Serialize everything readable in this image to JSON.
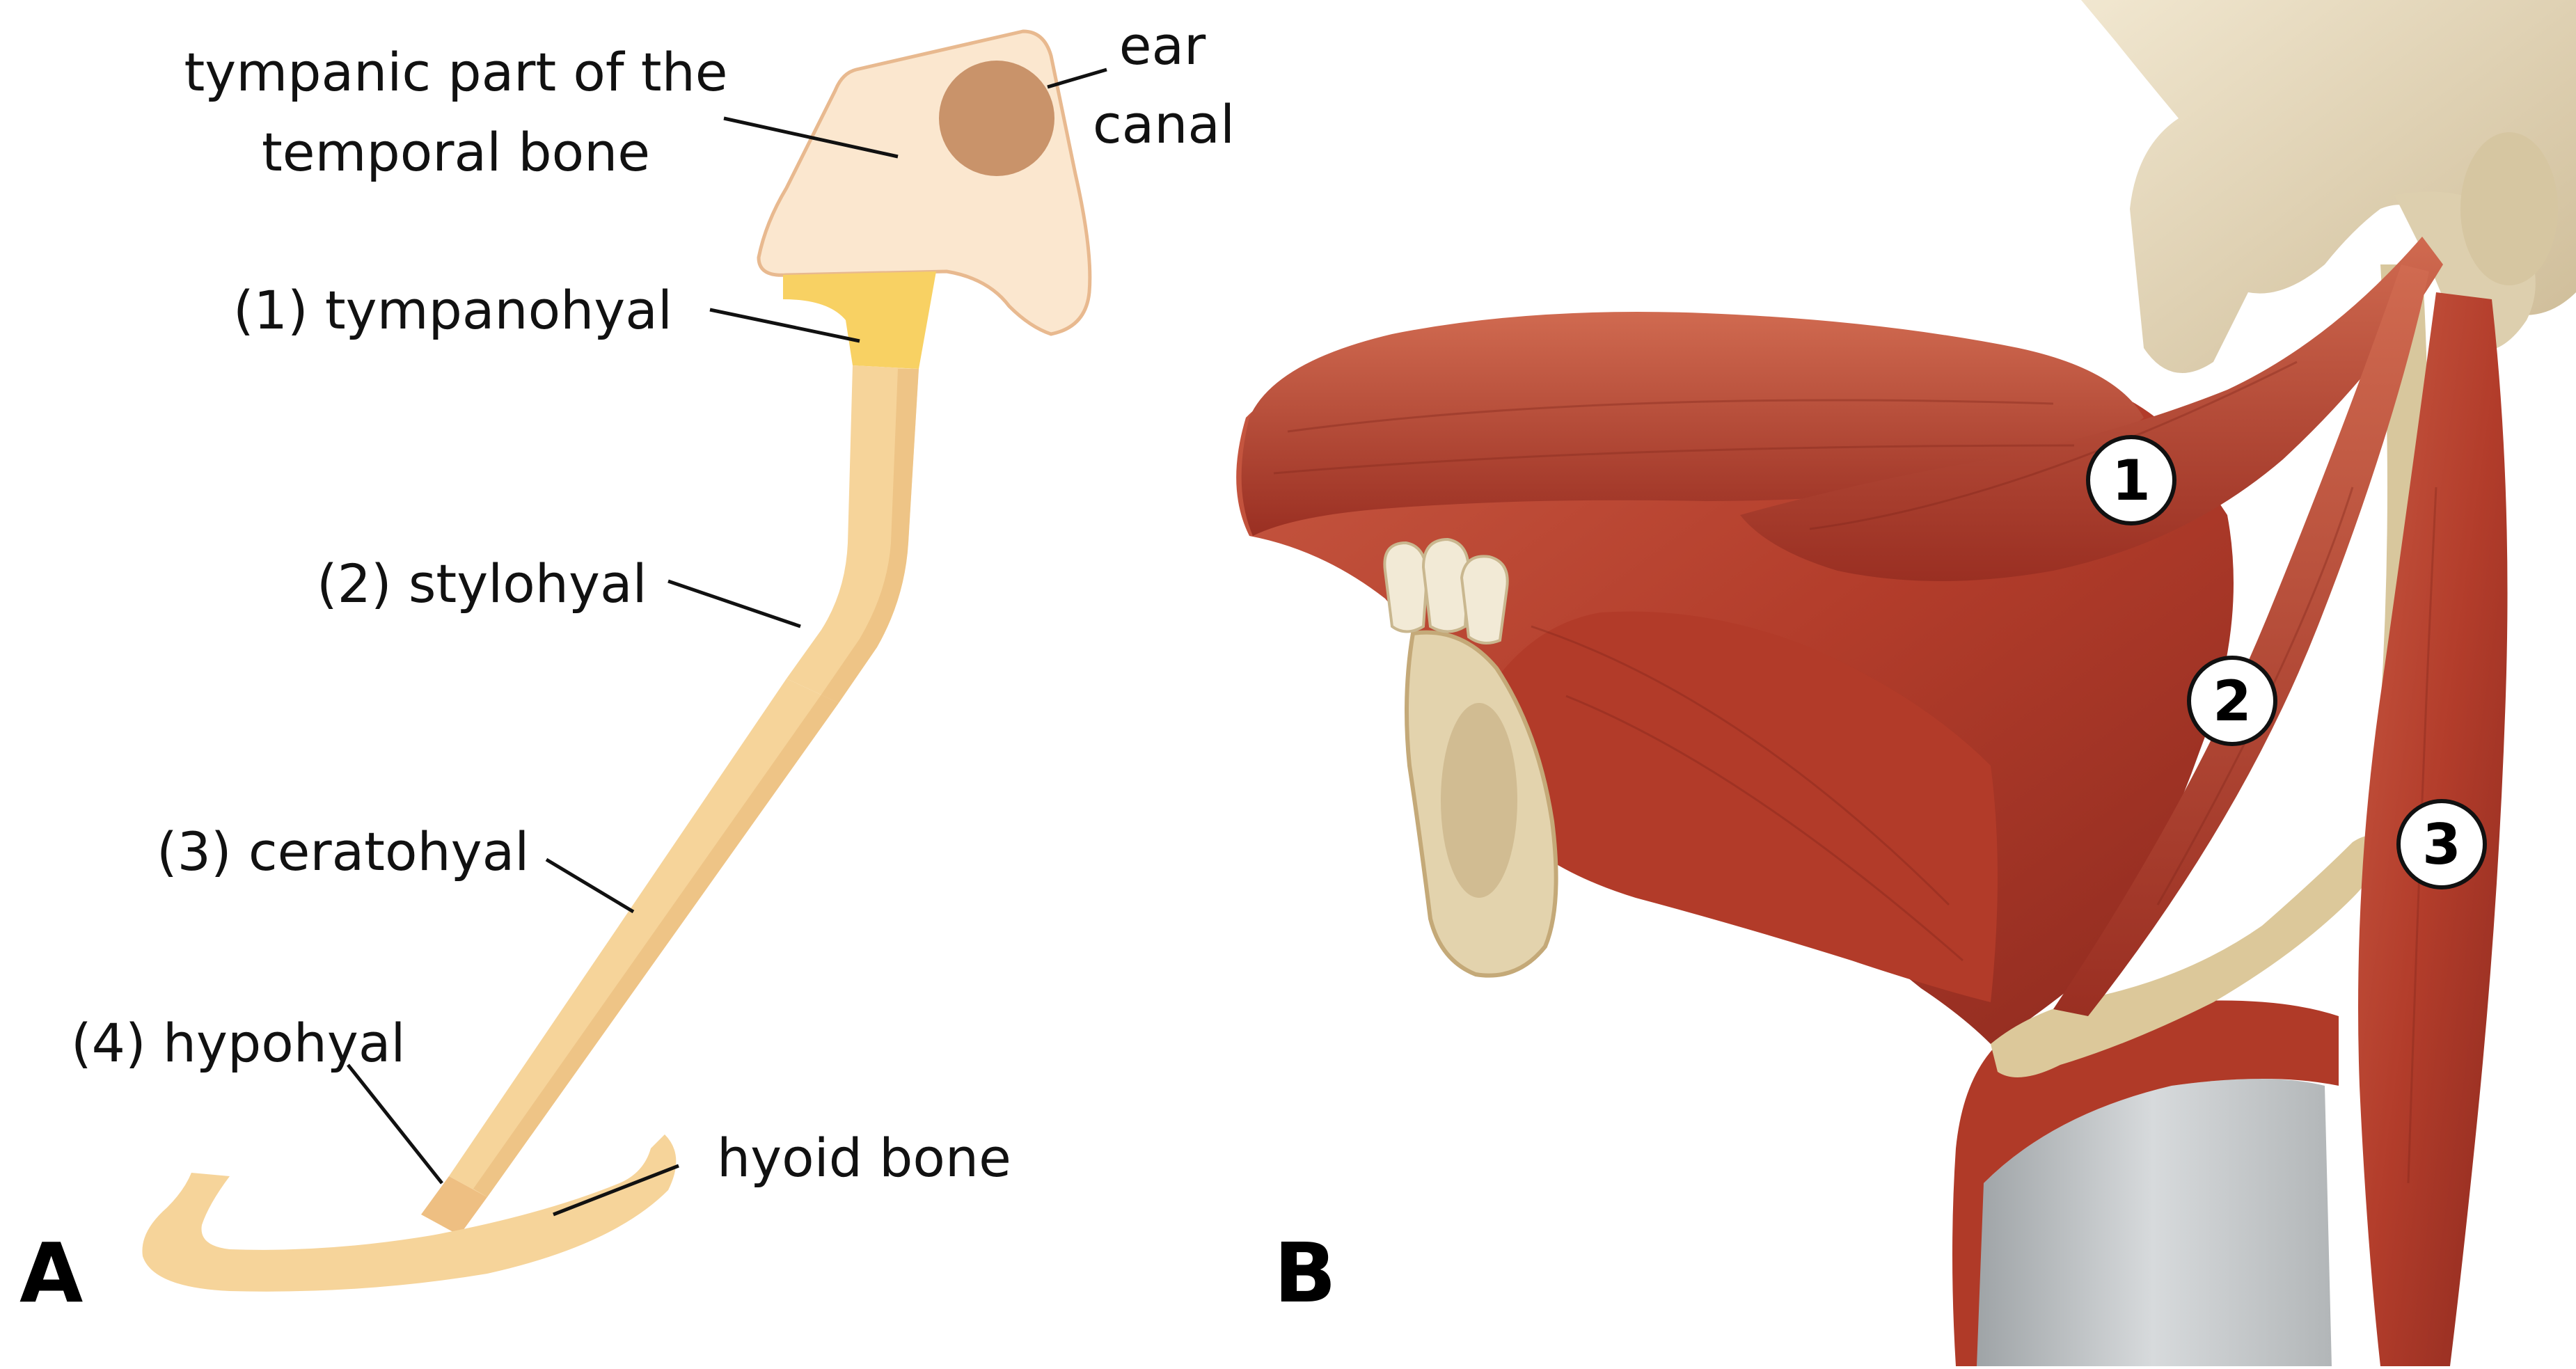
{
  "panel_a": {
    "letter": "A",
    "labels": {
      "tympanic_line1": "tympanic part of the",
      "tympanic_line2": "temporal bone",
      "ear_line1": "ear",
      "ear_line2": "canal",
      "tympanohyal": "(1) tympanohyal",
      "stylohyal": "(2) stylohyal",
      "ceratohyal": "(3) ceratohyal",
      "hypohyal": "(4) hypohyal",
      "hyoid": "hyoid bone"
    }
  },
  "panel_b": {
    "letter": "B",
    "markers": [
      "1",
      "2",
      "3"
    ]
  },
  "colors": {
    "bone_light": "#fbe7cf",
    "bone_outline": "#e8b98f",
    "tympanohyal": "#f8d163",
    "hyoid_chain": "#f6d49a",
    "ear_canal": "#c9936a",
    "muscle": "#b9402e",
    "muscle_dark": "#8e2a1f",
    "skull_bone": "#e8dcc0",
    "cartilage": "#c9ccce"
  },
  "icons": [
    "muscle-illustration",
    "numbered-circle-marker"
  ]
}
